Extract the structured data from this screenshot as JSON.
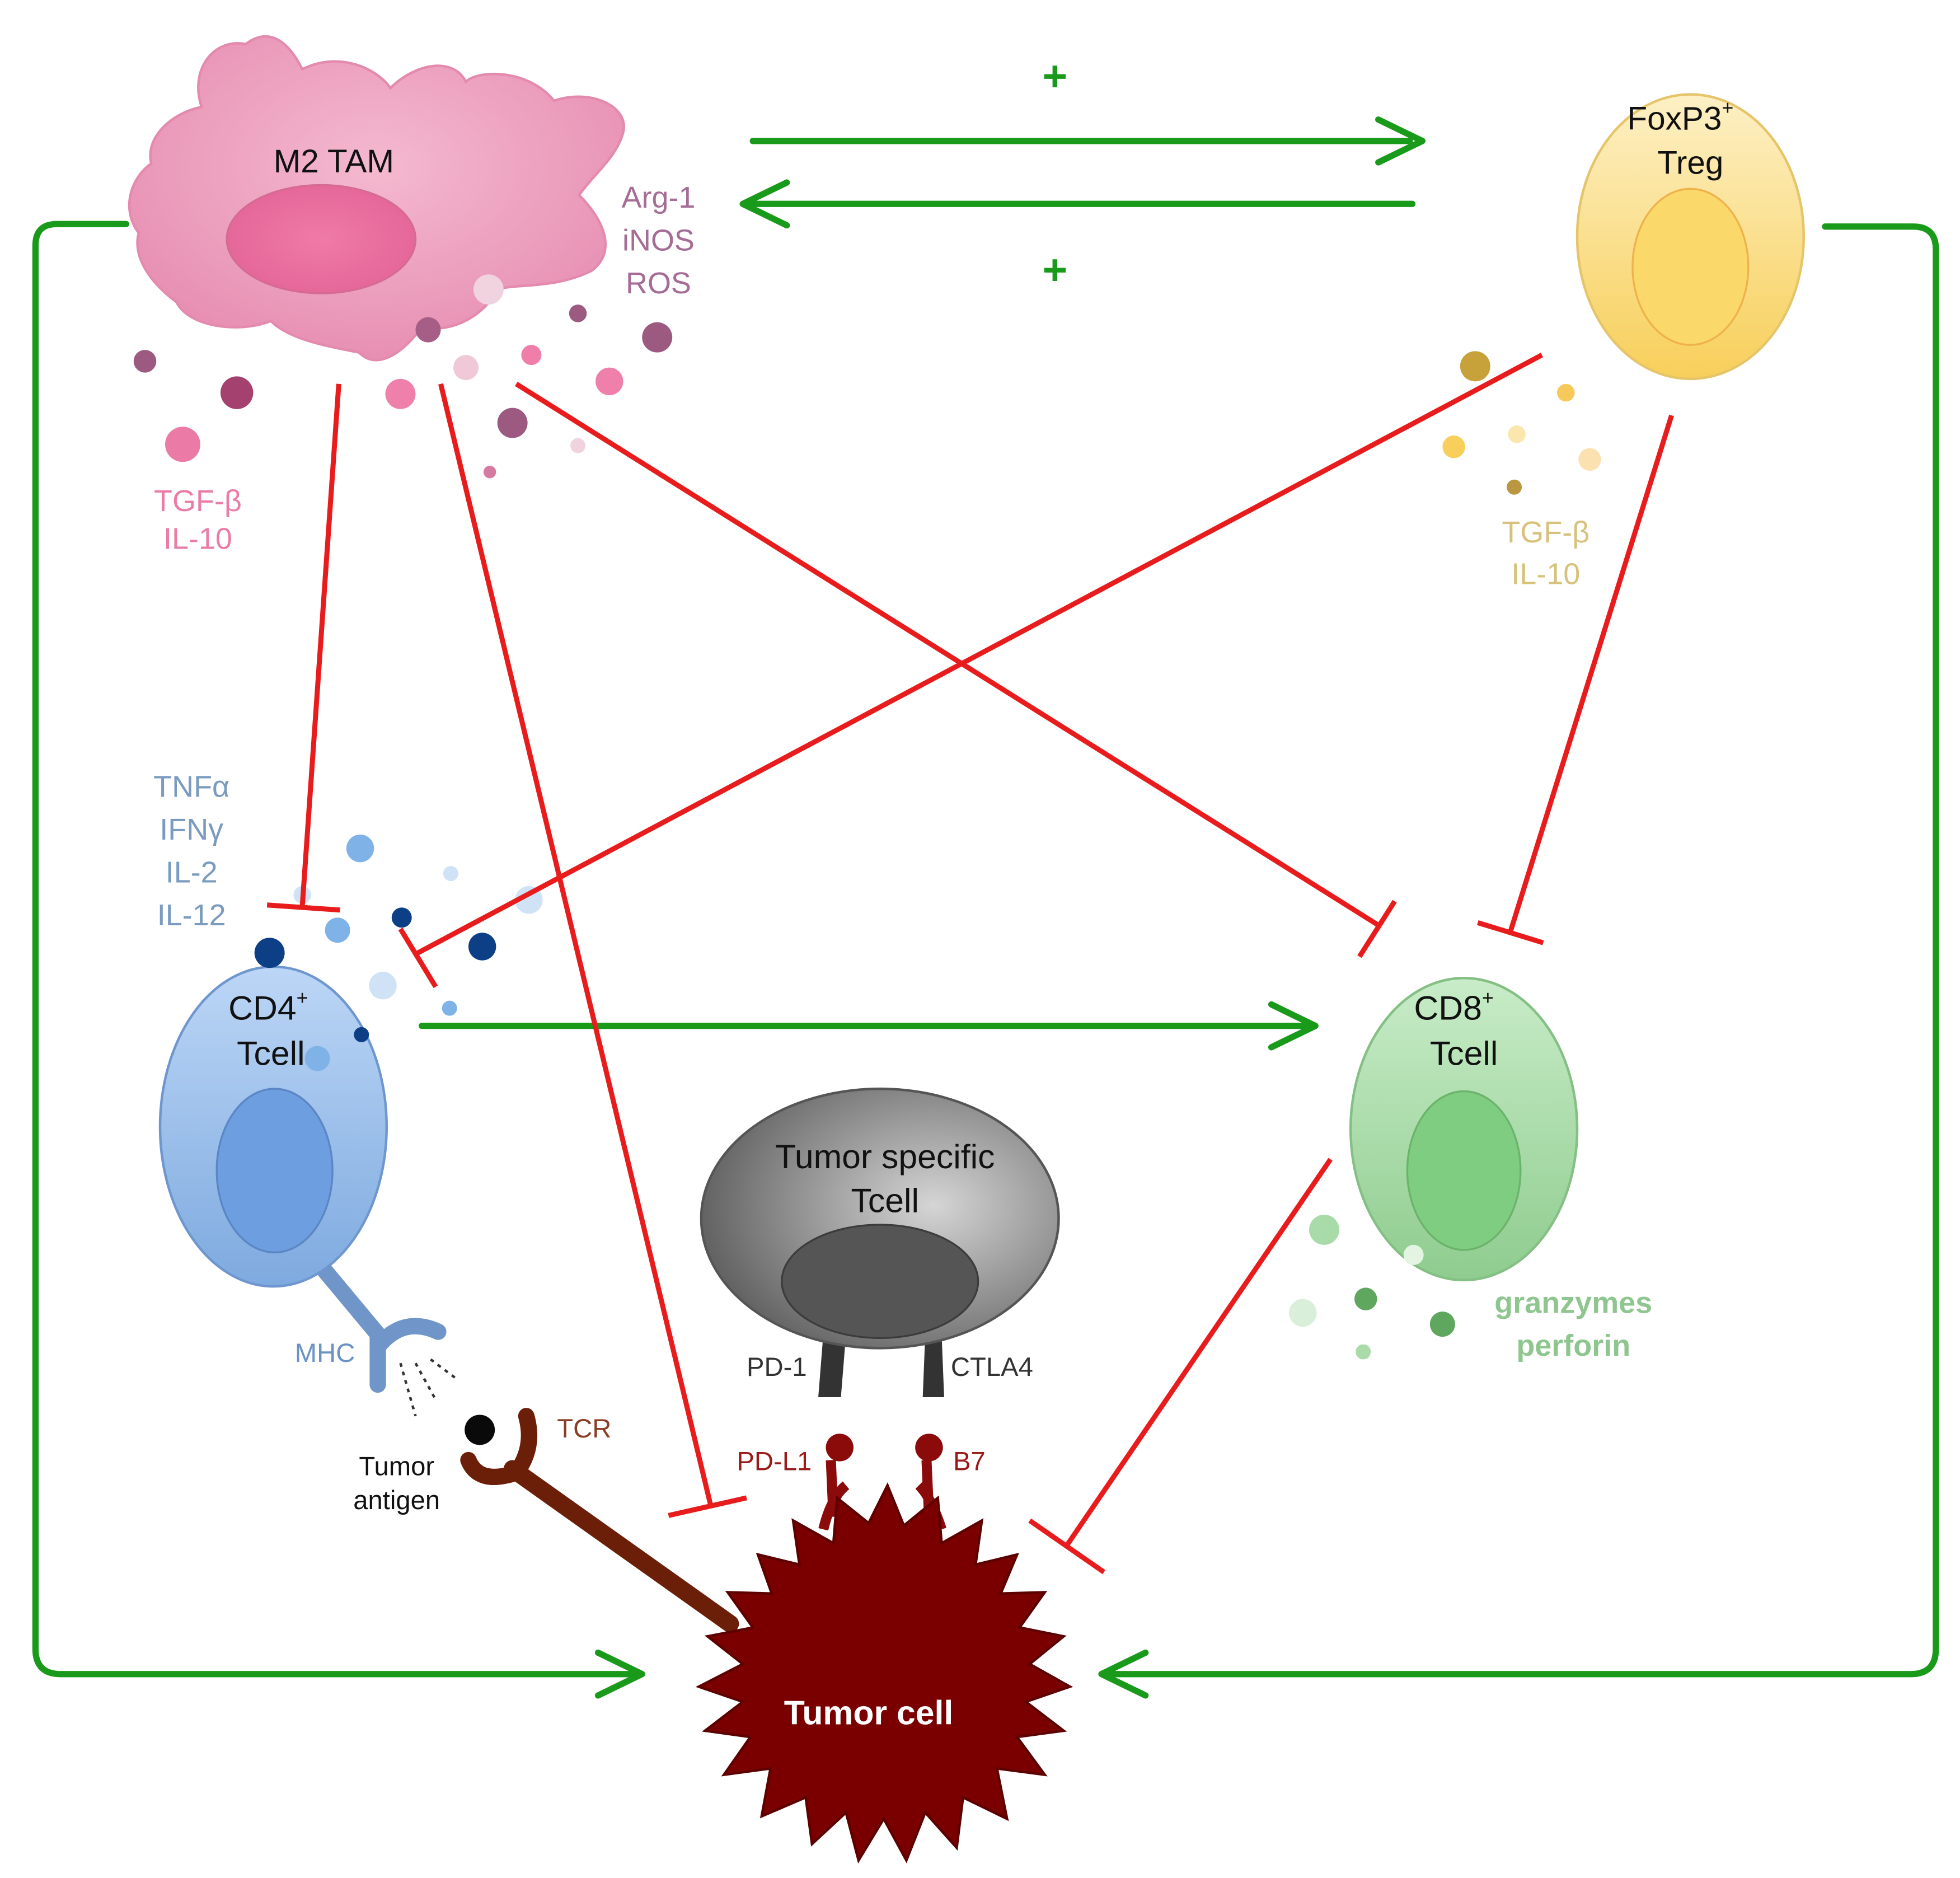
{
  "cells": {
    "m2tam": "M2 TAM",
    "treg_line1": "FoxP3",
    "treg_sup": "+",
    "treg_line2": "Treg",
    "cd4_line1": "CD4",
    "cd4_sup": "+",
    "cd4_line2": "Tcell",
    "cd8_line1": "CD8",
    "cd8_sup": "+",
    "cd8_line2": "Tcell",
    "tumor_specific_line1": "Tumor specific",
    "tumor_specific_line2": "Tcell",
    "tumor_cell": "Tumor cell"
  },
  "signals": {
    "m2_products": [
      "Arg-1",
      "iNOS",
      "ROS"
    ],
    "m2_cytokines": [
      "TGF-β",
      "IL-10"
    ],
    "treg_cytokines": [
      "TGF-β",
      "IL-10"
    ],
    "cd4_cytokines": [
      "TNFα",
      "IFNγ",
      "IL-2",
      "IL-12"
    ],
    "cd8_products": [
      "granzymes",
      "perforin"
    ]
  },
  "receptors": {
    "mhc": "MHC",
    "tcr": "TCR",
    "tumor_antigen_line1": "Tumor",
    "tumor_antigen_line2": "antigen",
    "pd1": "PD-1",
    "ctla4": "CTLA4",
    "pdl1": "PD-L1",
    "b7": "B7"
  },
  "arrows": {
    "plus_top": "+",
    "plus_bottom": "+"
  },
  "colors": {
    "activation": "#1a9a1a",
    "inhibition": "#e81c1c",
    "m2_pink": "#e98fb3",
    "treg_yellow": "#f7d36a",
    "cd4_blue": "#8db6e8",
    "cd8_green": "#9bd39b",
    "tumor_red": "#7a0000",
    "tumor_specific_gray": "#6a6a6a"
  }
}
